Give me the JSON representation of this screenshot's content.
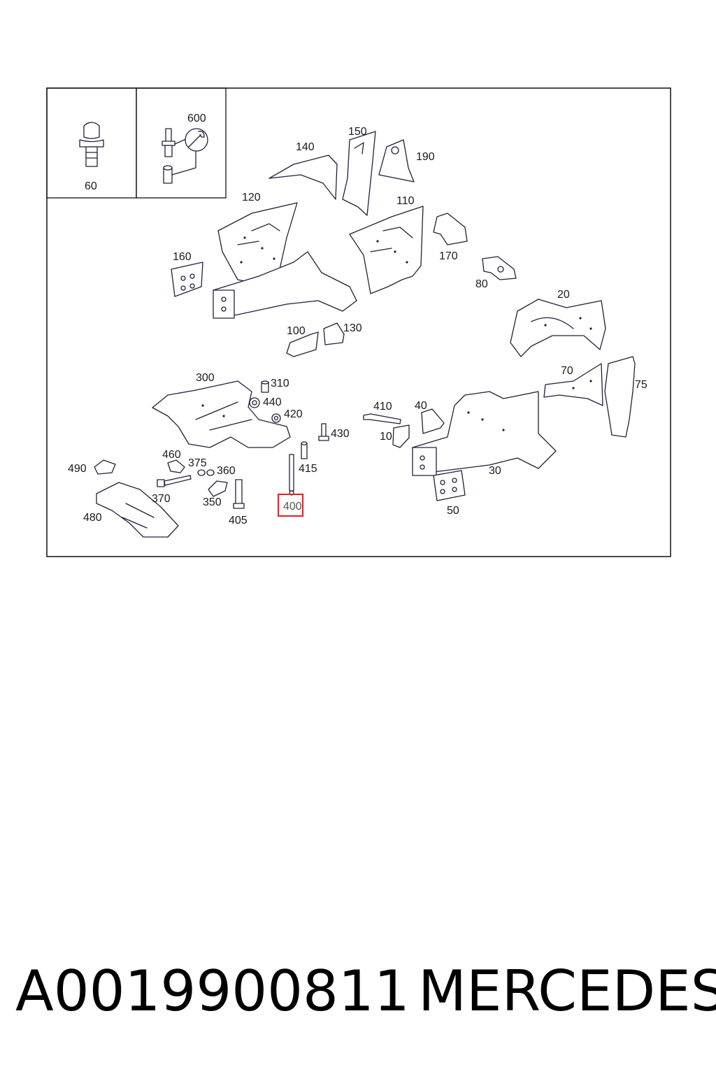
{
  "diagram": {
    "highlight_color": "#e0202a",
    "selected_part": "400",
    "inset_parts": [
      "60",
      "600"
    ],
    "labels": {
      "l60": "60",
      "l600": "600",
      "l140": "140",
      "l150": "150",
      "l190": "190",
      "l120": "120",
      "l110": "110",
      "l170": "170",
      "l160": "160",
      "l80": "80",
      "l20": "20",
      "l100": "100",
      "l130": "130",
      "l300": "300",
      "l310": "310",
      "l440": "440",
      "l420": "420",
      "l430": "430",
      "l410": "410",
      "l40": "40",
      "l70": "70",
      "l75": "75",
      "l10": "10",
      "l30": "30",
      "l490": "490",
      "l460": "460",
      "l375": "375",
      "l360": "360",
      "l415": "415",
      "l370": "370",
      "l350": "350",
      "l480": "480",
      "l405": "405",
      "l400": "400",
      "l50": "50"
    }
  },
  "footer": {
    "part_number": "A0019900811",
    "brand": "MERCEDES"
  }
}
